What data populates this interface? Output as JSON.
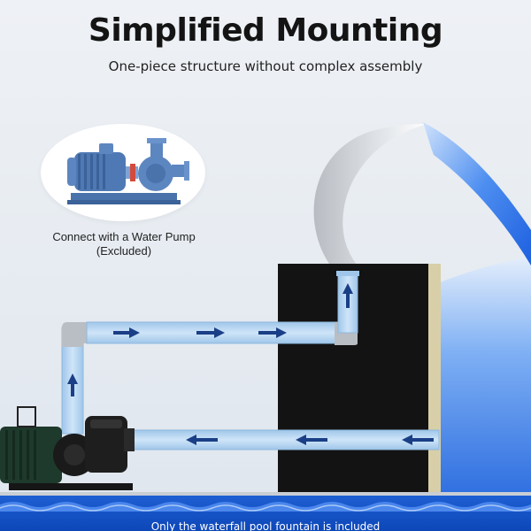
{
  "header": {
    "title": "Simplified Mounting",
    "subtitle": "One-piece structure without complex assembly"
  },
  "pump_callout": {
    "line1": "Connect with a Water Pump",
    "line2": "(Excluded)",
    "icon": "water-pump-icon"
  },
  "footer": {
    "note": "Only the waterfall pool fountain is included"
  },
  "colors": {
    "pipe_fill": "#bcd9f2",
    "pipe_edge": "#8fb8dc",
    "arrow": "#1a3f86",
    "wall": "#131313",
    "water_top": "#2f6fe0",
    "water_bottom": "#0d47b8",
    "pump_body": "#1e3a2c"
  }
}
